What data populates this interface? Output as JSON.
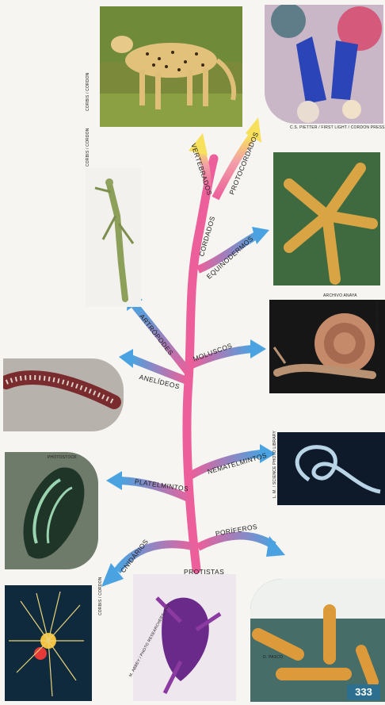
{
  "tree": {
    "labels": {
      "vertebrados": "VERTEBRADOS",
      "protocordados": "PROTOCORDADOS",
      "cordados": "CORDADOS",
      "equinodermos": "EQUINODERMOS",
      "artropodes": "ARTRÓPODES",
      "anelideos": "ANELÍDEOS",
      "moluscos": "MOLUSCOS",
      "nematelmintos": "NEMATELMINTOS",
      "platelmintos": "PLATELMINTOS",
      "cnidarios": "CNIDÁRIOS",
      "poriferos": "PORÍFEROS",
      "protistas": "PROTISTAS"
    },
    "colors": {
      "trunk": "#ec5f9a",
      "blue": "#4aa3e0",
      "yellow": "#f6e06a"
    }
  },
  "photos": {
    "cheetah": {
      "credit": "CORBIS / CORDON",
      "icon": "cheetah-photo"
    },
    "tunicates": {
      "credit": "C.S. PIETTER / FIRST LIGHT / CORDON PRESS",
      "icon": "tunicate-photo"
    },
    "mantis": {
      "credit": "CORBIS / CORDON",
      "icon": "mantis-photo"
    },
    "starfish": {
      "credit": "ARCHIVO ANAYA",
      "icon": "starfish-photo"
    },
    "snail": {
      "credit": "DIGITALVISION",
      "icon": "snail-photo"
    },
    "worm": {
      "credit": "",
      "icon": "bristleworm-photo"
    },
    "nematode": {
      "credit": "L. M. / SCIENCE PHOTO LIBRARY",
      "icon": "nematode-photo"
    },
    "flatworm": {
      "credit": "PHOTOSTOCK",
      "icon": "flatworm-photo"
    },
    "cnidarian": {
      "credit": "CORBIS / CORDON",
      "icon": "cnidarian-photo"
    },
    "protist": {
      "credit": "M. ABBEY / PHOTO RESEARCHERS, INC.",
      "icon": "protist-photo"
    },
    "sponge": {
      "credit": "D. PASCO",
      "icon": "sponge-photo"
    }
  },
  "page_number": "333"
}
